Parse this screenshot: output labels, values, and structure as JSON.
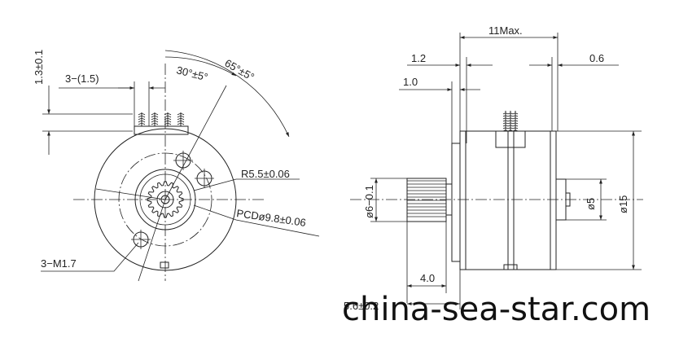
{
  "front_view": {
    "labels": {
      "terminal_height": "1.3±0.1",
      "pin_pitch": "3−(1.5)",
      "angle_30": "30°±5°",
      "angle_65": "65°±5°",
      "radius": "R5.5±0.06",
      "pcd": "PCDø9.8±0.06",
      "mount_holes": "3−M1.7"
    }
  },
  "side_view": {
    "labels": {
      "overall_length": "11Max.",
      "flange_left": "1.2",
      "plate": "1.0",
      "flange_right": "0.6",
      "gear_dia": "ø6−0.1",
      "boss_dia": "ø5",
      "body_dia": "ø15",
      "shaft_len": "4.0",
      "shaft_offset": "5.6±0.2"
    }
  },
  "watermark": "china-sea-star.com"
}
